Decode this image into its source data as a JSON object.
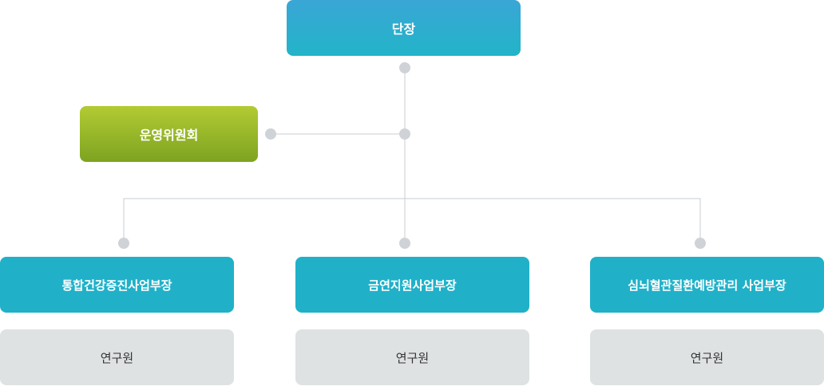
{
  "org": {
    "head": {
      "label": "단장"
    },
    "committee": {
      "label": "운영위원회"
    },
    "departments": [
      {
        "label": "통합건강증진사업부장",
        "staff": "연구원"
      },
      {
        "label": "금연지원사업부장",
        "staff": "연구원"
      },
      {
        "label": "심뇌혈관질환예방관리 사업부장",
        "staff": "연구원"
      }
    ]
  },
  "colors": {
    "head": "#2fadd0",
    "committee": "#98b82a",
    "department": "#20b1c9",
    "staff": "#dfe2e3",
    "connector": "#c8cdd1",
    "node": "#cfd3d7"
  }
}
